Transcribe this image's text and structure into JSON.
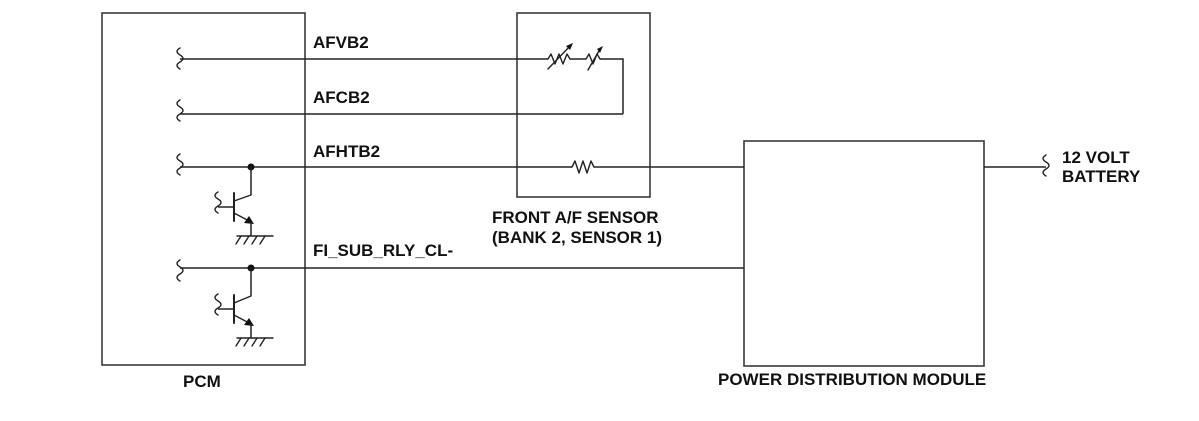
{
  "components": {
    "pcm": "PCM",
    "sensor_line1": "FRONT A/F SENSOR",
    "sensor_line2": "(BANK 2, SENSOR 1)",
    "pdm": "POWER DISTRIBUTION MODULE",
    "battery_line1": "12 VOLT",
    "battery_line2": "BATTERY"
  },
  "signals": {
    "afvb2": "AFVB2",
    "afcb2": "AFCB2",
    "afhtb2": "AFHTB2",
    "relay": "FI_SUB_RLY_CL-"
  },
  "colors": {
    "line": "#222222",
    "box": "#3a3a3a",
    "text": "#111111",
    "background": "#ffffff"
  }
}
